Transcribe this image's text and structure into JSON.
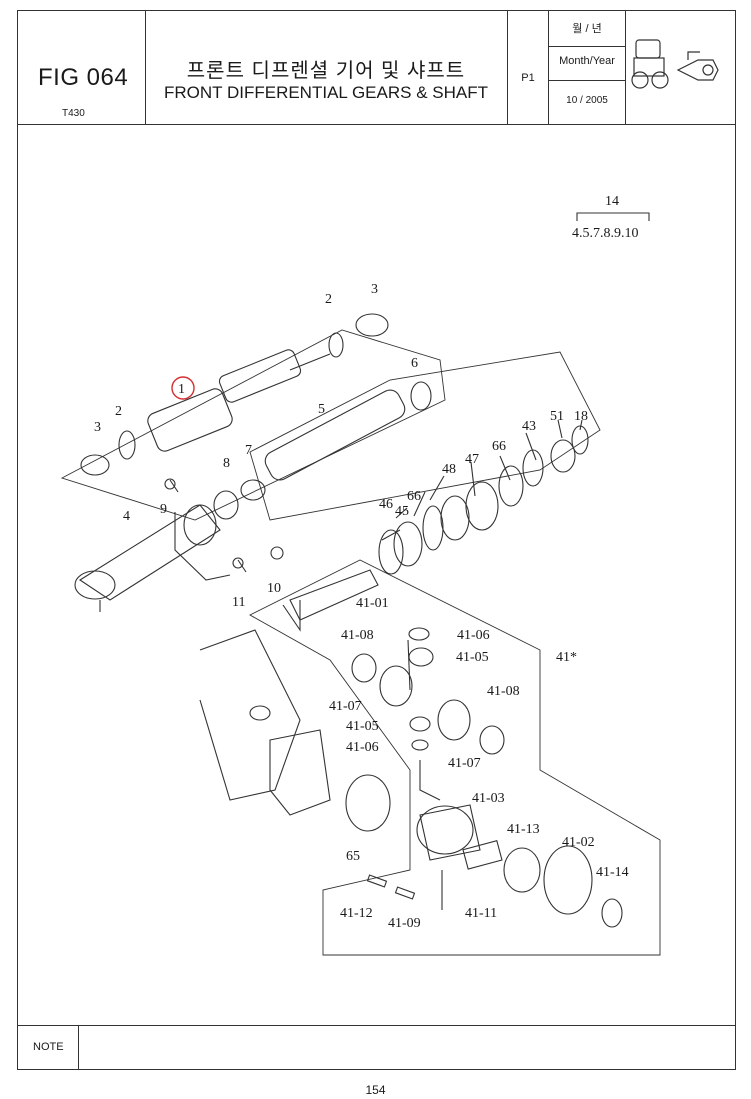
{
  "header": {
    "fig_number": "FIG 064",
    "model": "T430",
    "title_ko": "프론트 디프렌셜 기어 및 샤프트",
    "title_en": "FRONT DIFFERENTIAL GEARS & SHAFT",
    "page": "P1",
    "month_year_ko": "월 / 년",
    "month_year_en": "Month/Year",
    "date": "10 / 2005"
  },
  "diagram": {
    "callouts": [
      "14",
      "4.5.7.8.9.10",
      "2",
      "3",
      "1",
      "6",
      "5",
      "3",
      "2",
      "7",
      "8",
      "9",
      "4",
      "11",
      "10",
      "43",
      "51",
      "18",
      "66",
      "47",
      "48",
      "66",
      "45",
      "46",
      "41-01",
      "41-06",
      "41-05",
      "41-08",
      "41-07",
      "41*",
      "41-05",
      "41-06",
      "41-08",
      "41-07",
      "41-03",
      "41-13",
      "41-02",
      "41-14",
      "65",
      "41-12",
      "41-09",
      "41-11"
    ]
  },
  "footer": {
    "note_label": "NOTE",
    "page_number": "154"
  },
  "colors": {
    "line": "#333333",
    "highlight": "#d32f2f"
  }
}
